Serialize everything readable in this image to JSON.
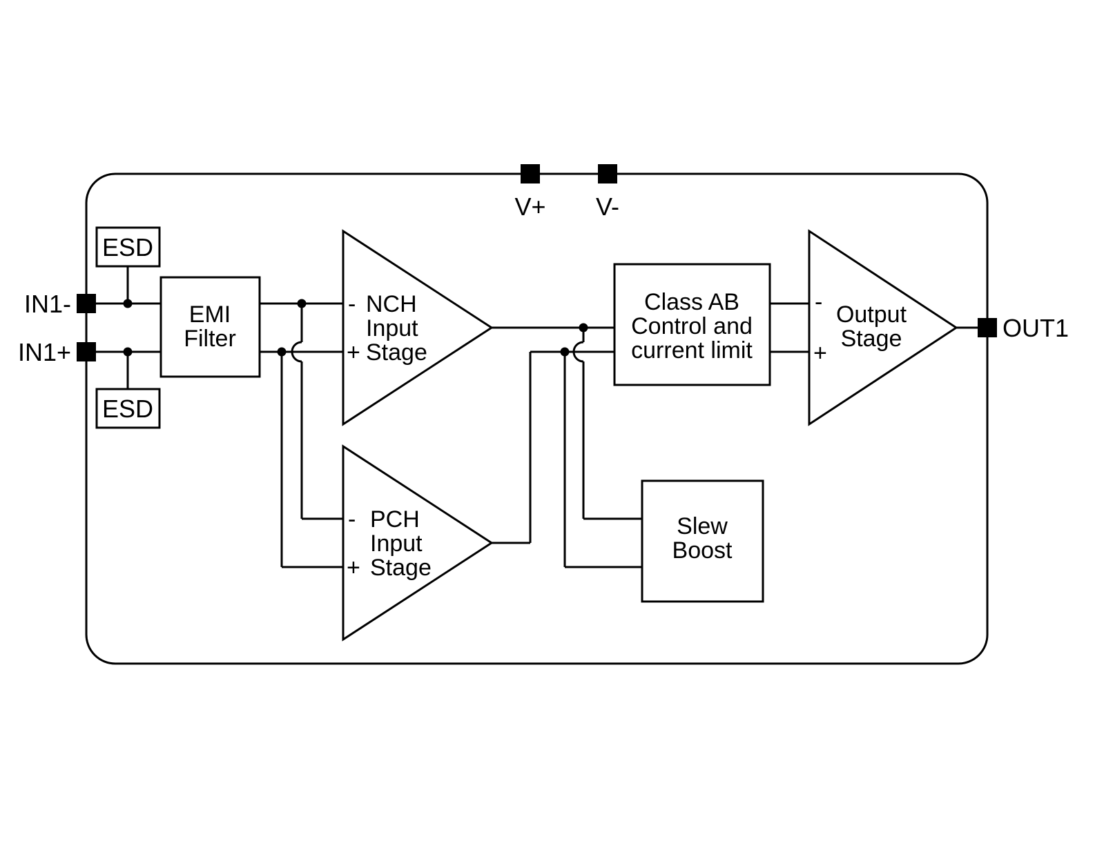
{
  "colors": {
    "ink": "#000000",
    "background": "#ffffff"
  },
  "pins": {
    "in1_minus": "IN1-",
    "in1_plus": "IN1+",
    "out1": "OUT1",
    "v_plus": "V+",
    "v_minus": "V-"
  },
  "blocks": {
    "esd_top": "ESD",
    "esd_bottom": "ESD",
    "emi": {
      "line1": "EMI",
      "line2": "Filter"
    },
    "nch": {
      "minus": "-",
      "line1": "NCH",
      "line2": "Input",
      "plus": "+",
      "line3": "Stage"
    },
    "pch": {
      "minus": "-",
      "line1": "PCH",
      "line2": "Input",
      "plus": "+",
      "line3": "Stage"
    },
    "class_ab": {
      "line1": "Class AB",
      "line2": "Control and",
      "line3": "current limit"
    },
    "slew": {
      "line1": "Slew",
      "line2": "Boost"
    },
    "output": {
      "minus": "-",
      "line1": "Output",
      "line2": "Stage",
      "plus": "+"
    }
  }
}
